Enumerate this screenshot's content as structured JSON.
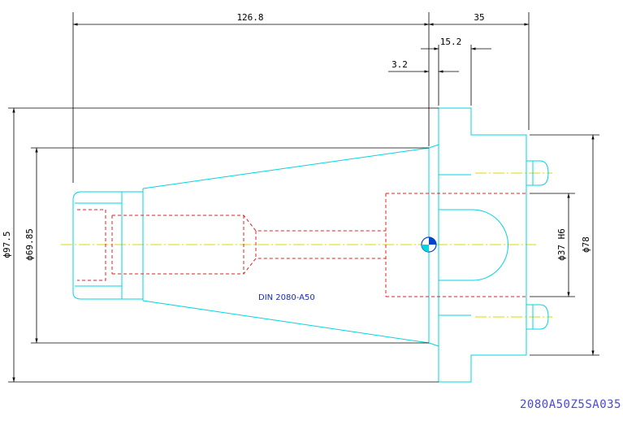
{
  "drawing": {
    "dimensions": {
      "overall_length": "126.8",
      "flange_length": "35",
      "shoulder": "15.2",
      "step": "3.2",
      "flange_diameter": "ϕ97.5",
      "taper_diameter": "ϕ69.85",
      "bore_diameter": "ϕ37 H6",
      "pilot_diameter": "ϕ78"
    },
    "standard_note": "DIN 2080-A50",
    "part_code": "2080A50Z5SA035"
  },
  "colors": {
    "outline": "#00d5e0",
    "hidden": "#e02020",
    "centerline": "#d8d800",
    "dimension": "#000000",
    "note": "#1a2fa8",
    "code": "#4a4ad0"
  }
}
